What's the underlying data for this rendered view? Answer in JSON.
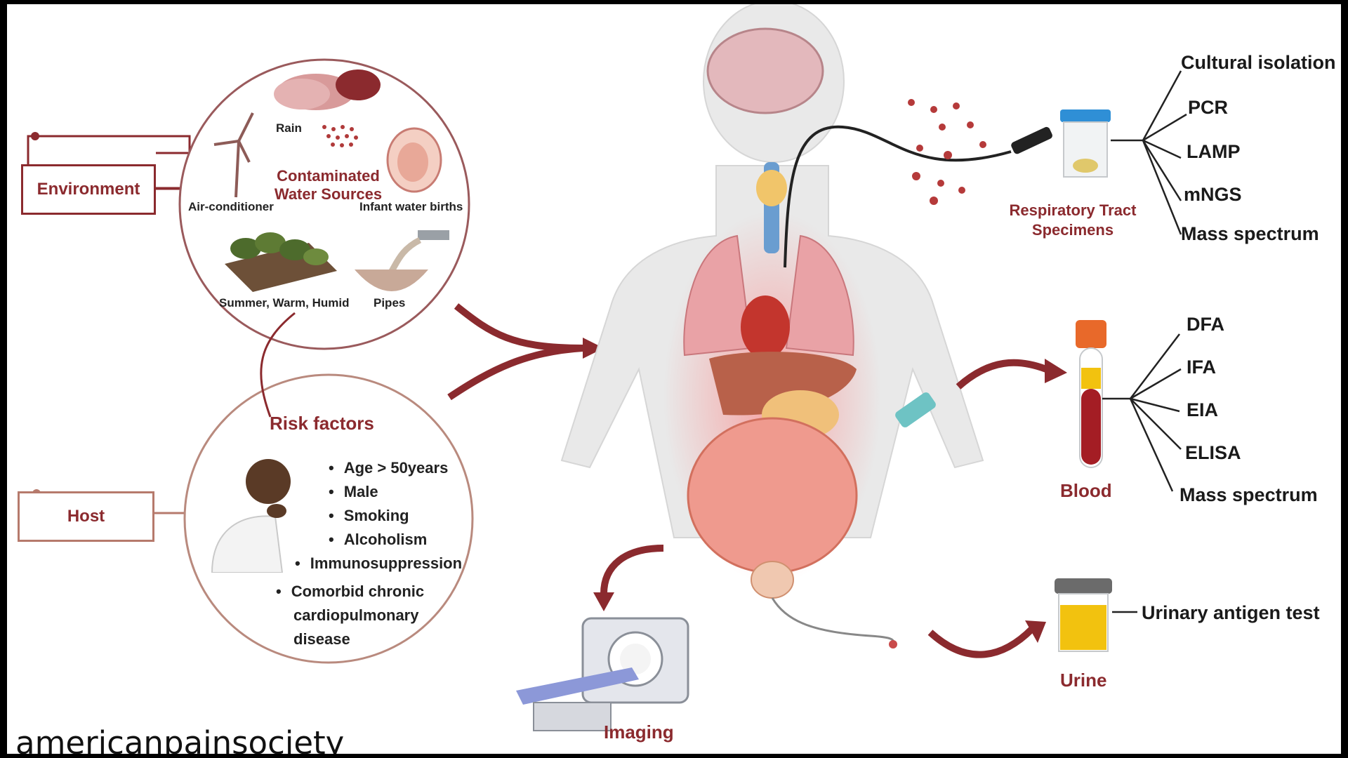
{
  "environment": {
    "box_label": "Environment",
    "source_title": "Contaminated Water Sources",
    "items": {
      "rain": "Rain",
      "air_conditioner": "Air-conditioner",
      "infant_water_births": "Infant water births",
      "summer": "Summer, Warm, Humid",
      "pipes": "Pipes"
    }
  },
  "host": {
    "box_label": "Host",
    "title": "Risk factors",
    "factors": [
      "Age > 50years",
      "Male",
      "Smoking",
      "Alcoholism",
      "Immunosuppression",
      "Comorbid chronic cardiopulmonary disease"
    ]
  },
  "specimens": {
    "respiratory": {
      "label": "Respiratory Tract Specimens",
      "tests": [
        "Cultural isolation",
        "PCR",
        "LAMP",
        "mNGS",
        "Mass spectrum"
      ]
    },
    "blood": {
      "label": "Blood",
      "tests": [
        "DFA",
        "IFA",
        "EIA",
        "ELISA",
        "Mass spectrum"
      ]
    },
    "urine": {
      "label": "Urine",
      "tests": [
        "Urinary antigen test"
      ]
    },
    "imaging": {
      "label": "Imaging"
    }
  },
  "watermark": "americanpainsociety",
  "colors": {
    "accent": "#8b2a2e",
    "host_border": "#b67a6c",
    "organ_red": "#e97b7b",
    "urine_yellow": "#f2c20f",
    "tube_orange": "#e8692a",
    "cup_lid_blue": "#2f8fd6"
  }
}
